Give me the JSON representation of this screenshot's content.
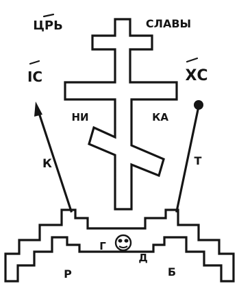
{
  "labels": {
    "top_left": "ЦРЬ",
    "top_right": "СЛАВЫ",
    "left_monogram": "IC",
    "right_monogram": "ХС",
    "arm_left": "НИ",
    "arm_right": "КА",
    "spear_letter": "К",
    "sponge_letter": "Т",
    "skull_left": "Г",
    "skull_right": "Д",
    "bottom_left": "Р",
    "bottom_right": "Б"
  },
  "colors": {
    "ink": "#151515",
    "paper": "#ffffff"
  }
}
